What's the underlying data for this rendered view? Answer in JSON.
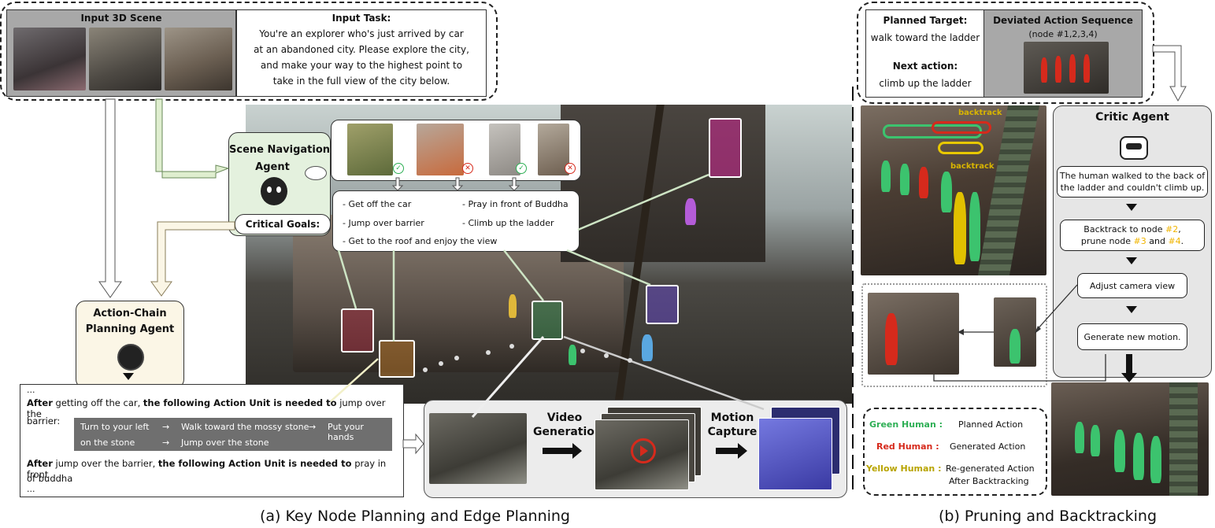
{
  "input_scene": {
    "title": "Input 3D Scene"
  },
  "input_task": {
    "title": "Input Task:",
    "lines": [
      "You're an explorer who's just arrived by car",
      "at an abandoned city. Please explore the city,",
      "and make your way to the highest point to",
      "take in the full view of the city below."
    ]
  },
  "scene_nav": {
    "title_line1": "Scene Navigation",
    "title_line2": "Agent",
    "critical_goals": "Critical Goals:",
    "goals": [
      "-  Get off the car",
      "-  Pray in front of Buddha",
      "-  Jump over barrier",
      "-  Climb up the ladder",
      "-  Get to the roof and enjoy the view"
    ]
  },
  "action_chain": {
    "title_line1": "Action-Chain",
    "title_line2": "Planning Agent"
  },
  "action_text": {
    "ellipsis_top": "...",
    "p1_a": "After",
    "p1_b": " getting off the car,  ",
    "p1_c": "the following  Action Unit is needed to",
    "p1_d": " jump over the",
    "p1_e": "barrier:",
    "units_row1": [
      "Turn to your left",
      "→",
      "Walk toward the mossy stone",
      "→",
      "Put your hands"
    ],
    "units_row2": [
      "on the stone",
      "→",
      "Jump over the stone"
    ],
    "p2_a": "After",
    "p2_b": " jump over the barrier, ",
    "p2_c": "the following Action Unit is needed to",
    "p2_d": " pray in front",
    "p2_e": "of buddha",
    "ellipsis_bottom": "..."
  },
  "pipeline": {
    "video_gen_1": "Video",
    "video_gen_2": "Generation",
    "motion_1": "Motion",
    "motion_2": "Capture"
  },
  "planned": {
    "target_label": "Planned Target:",
    "target_value": "walk toward the ladder",
    "next_label": "Next action:",
    "next_value": "climb up the ladder",
    "deviated_title": "Deviated Action Sequence",
    "deviated_sub": "(node #1,2,3,4)"
  },
  "critic": {
    "title": "Critic Agent",
    "msg1": "The human walked to the back of the ladder and couldn't climb up.",
    "msg2_a": "Backtrack to node ",
    "msg2_n2": "#2",
    "msg2_b": ",",
    "msg2_c": "prune node ",
    "msg2_n3": "#3",
    "msg2_d": " and ",
    "msg2_n4": "#4",
    "msg2_e": ".",
    "msg3": "Adjust camera view",
    "msg4": "Generate new motion."
  },
  "backtrack_labels": [
    "backtrack",
    "backtrack"
  ],
  "legend": {
    "green_label": "Green Human :",
    "green_value": "Planned Action",
    "red_label": "Red Human :",
    "red_value": "Generated Action",
    "yellow_label": "Yellow Human :",
    "yellow_value_1": "Re-generated Action",
    "yellow_value_2": "After Backtracking"
  },
  "captions": {
    "left": "(a) Key Node Planning and Edge Planning",
    "right": "(b) Pruning and Backtracking"
  },
  "colors": {
    "green_human": "#2eaf55",
    "red_human": "#d62a1c",
    "yellow_human": "#b8a400",
    "node_highlight": "#f0b400",
    "agent_green_bg": "#e4f1de",
    "agent_cream_bg": "#fbf6e6",
    "critic_bg": "#e6e6e6"
  }
}
